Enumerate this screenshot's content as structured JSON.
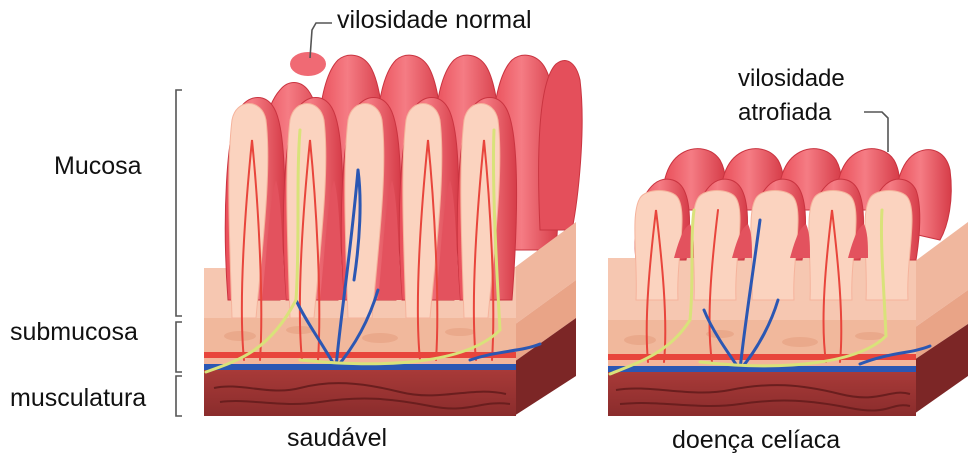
{
  "labels": {
    "normal_villus": "vilosidade normal",
    "atrophied_villus": [
      "vilosidade",
      "atrofiada"
    ],
    "layer_mucosa": "Mucosa",
    "layer_submucosa": "submucosa",
    "layer_muscularis": "musculatura",
    "caption_healthy": "saudável",
    "caption_disease": "doença celíaca"
  },
  "colors": {
    "villus_fill": "#f2636d",
    "villus_dark": "#d8404c",
    "villus_inner": "#fbd3bf",
    "mucosa_front": "#f6c7b1",
    "submucosa_band": "#f1b89c",
    "muscle_front": "#9e3434",
    "muscle_side": "#7c2626",
    "artery": "#e8453c",
    "vein": "#2b57b3",
    "nerve": "#d9e27a",
    "bracket": "#555555"
  }
}
